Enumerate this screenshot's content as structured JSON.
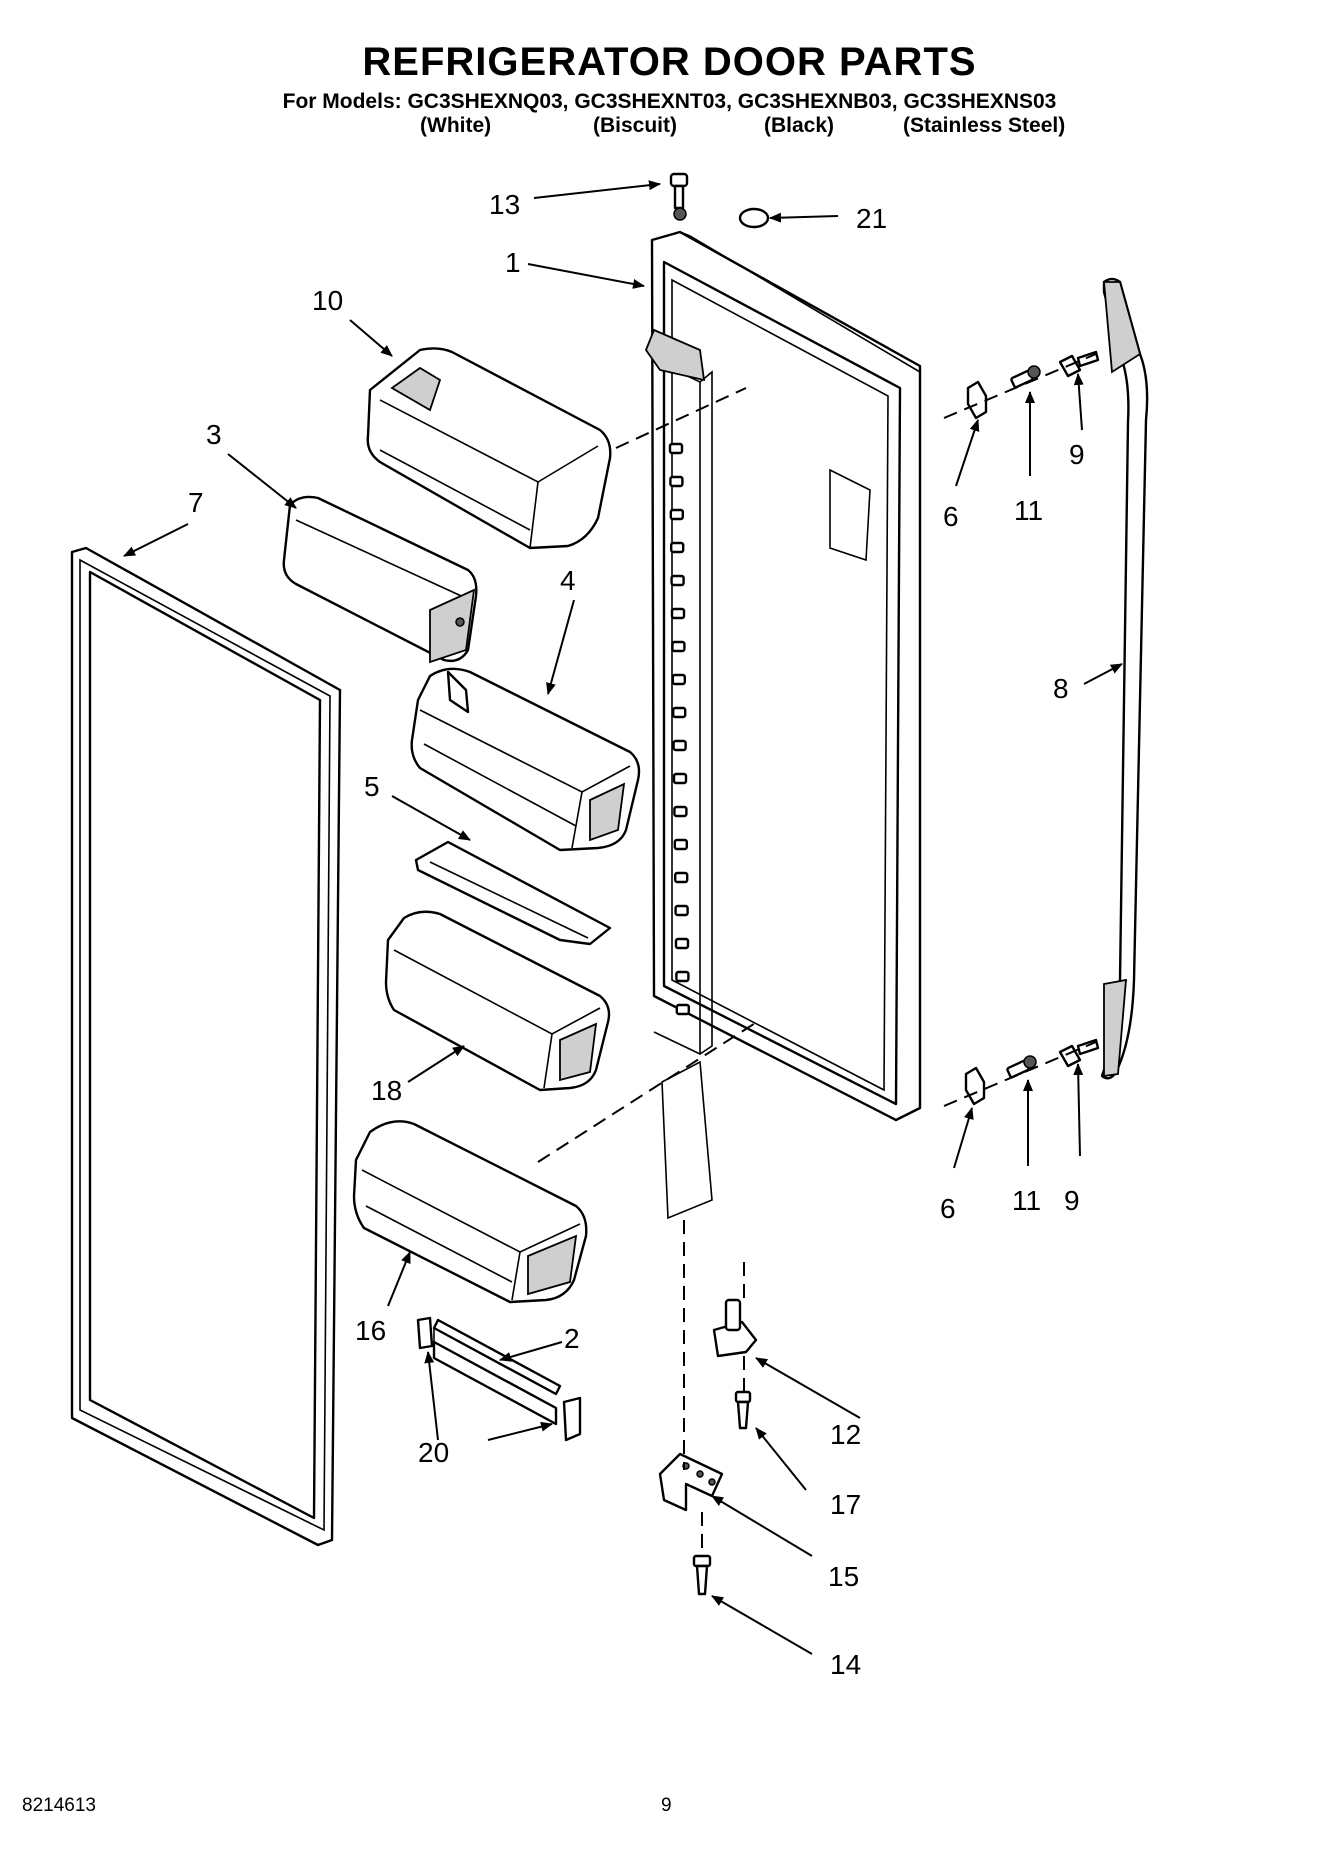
{
  "header": {
    "title": "REFRIGERATOR DOOR PARTS",
    "models_line": "For Models: GC3SHEXNQ03, GC3SHEXNT03, GC3SHEXNB03, GC3SHEXNS03",
    "colors": [
      "(White)",
      "(Biscuit)",
      "(Black)",
      "(Stainless Steel)"
    ]
  },
  "callouts": {
    "c1": "1",
    "c2": "2",
    "c3": "3",
    "c4": "4",
    "c5": "5",
    "c6a": "6",
    "c6b": "6",
    "c7": "7",
    "c8": "8",
    "c9a": "9",
    "c9b": "9",
    "c10": "10",
    "c11a": "11",
    "c11b": "11",
    "c12": "12",
    "c13": "13",
    "c14": "14",
    "c15": "15",
    "c16": "16",
    "c17": "17",
    "c18": "18",
    "c20": "20",
    "c21": "21"
  },
  "footer": {
    "doc_number": "8214613",
    "page_number": "9"
  }
}
